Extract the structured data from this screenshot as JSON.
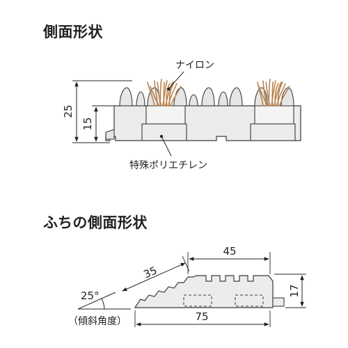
{
  "side_profile": {
    "title": "側面形状",
    "label_nylon": "ナイロン",
    "label_polyethylene": "特殊ポリエチレン",
    "dim_total_height": "25",
    "dim_base_height": "15"
  },
  "edge_profile": {
    "title": "ふちの側面形状",
    "dim_top_length": "45",
    "dim_slope_length": "35",
    "dim_height": "17",
    "dim_bottom_length": "75",
    "angle_value": "25°",
    "angle_caption": "（傾斜角度）"
  },
  "colors": {
    "mat_fill": "#ececea",
    "mat_stroke": "#3a3a3a",
    "nylon": "#b9824e",
    "nylon_dark": "#8a5a30"
  }
}
